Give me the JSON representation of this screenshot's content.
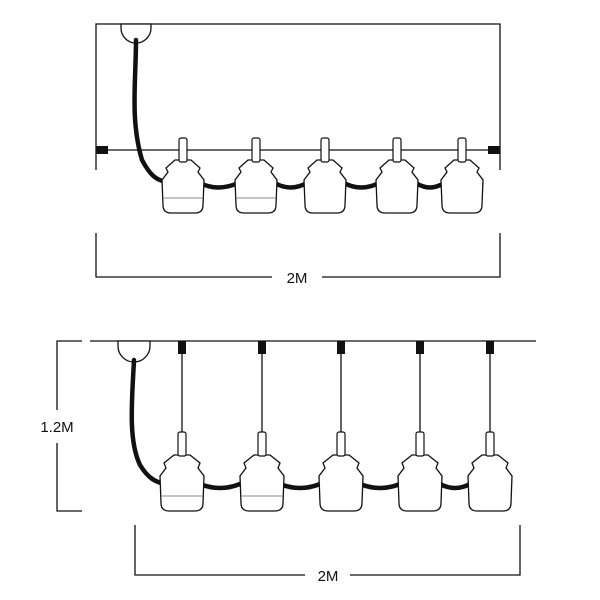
{
  "top_view": {
    "width_label": "2M",
    "lamp_count": 5
  },
  "bottom_view": {
    "width_label": "2M",
    "height_label": "1.2M",
    "lamp_count": 5
  }
}
